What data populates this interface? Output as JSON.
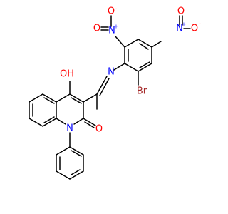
{
  "colors": {
    "bond": "#000000",
    "O": "#ff0000",
    "N": "#0000ff",
    "Br": "#a52a2a",
    "C": "#000000"
  },
  "atoms": {
    "hydroxyl": {
      "text": "OH",
      "element": "O"
    },
    "carbonyl_o": {
      "text": "O",
      "element": "O"
    },
    "ring_n": {
      "text": "N",
      "element": "N"
    },
    "imine_n": {
      "text": "N",
      "element": "N"
    },
    "bromine": {
      "text": "Br",
      "element": "Br"
    },
    "nitro1_n": {
      "text": "N",
      "element": "N",
      "charge": "+"
    },
    "nitro1_o_top": {
      "text": "O",
      "element": "O",
      "charge": "-"
    },
    "nitro1_o_left": {
      "text": "O",
      "element": "O"
    },
    "nitro2_n": {
      "text": "N",
      "element": "N",
      "charge": "+"
    },
    "nitro2_o_top": {
      "text": "O",
      "element": "O"
    },
    "nitro2_o_right": {
      "text": "O",
      "element": "O",
      "charge": "-"
    }
  }
}
